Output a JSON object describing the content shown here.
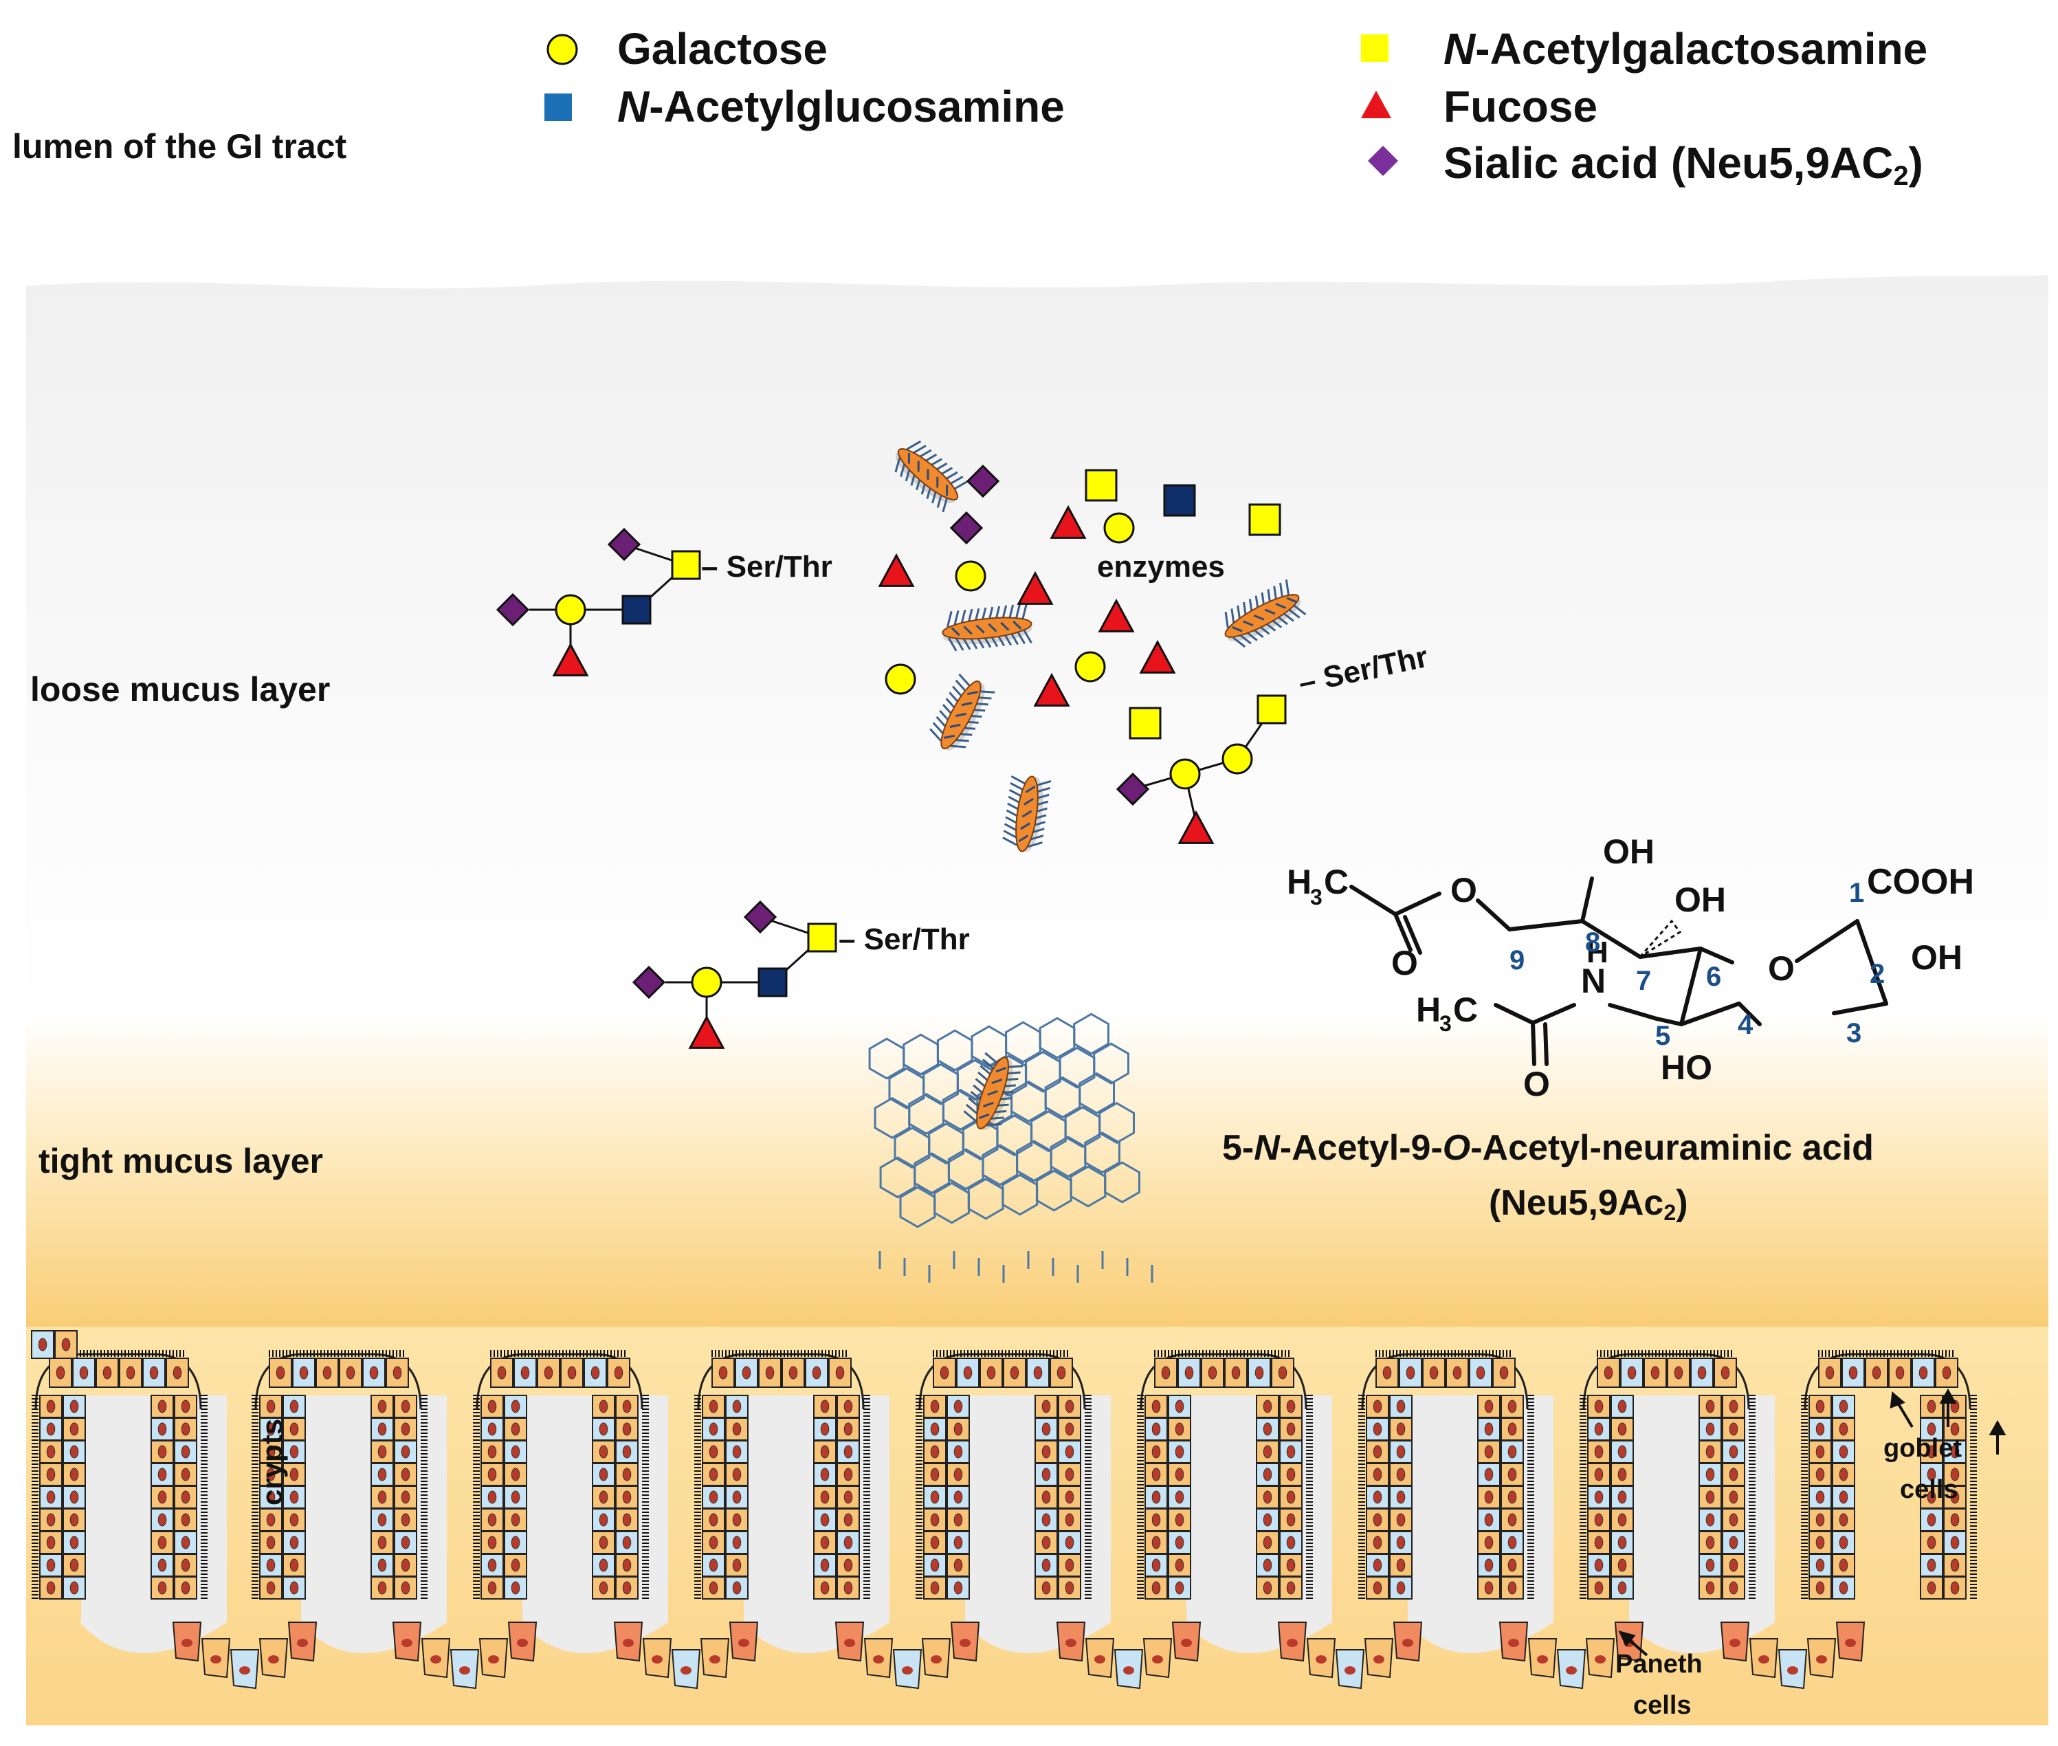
{
  "legend": {
    "galactose": {
      "label": "Galactose",
      "color": "#ffff00"
    },
    "glcnac": {
      "label_prefix": "N",
      "label_rest": "-Acetylglucosamine",
      "color": "#1b6fb5"
    },
    "galnac": {
      "label_prefix": "N",
      "label_rest": "-Acetylgalactosamine",
      "color": "#ffff00"
    },
    "fucose": {
      "label": "Fucose",
      "color": "#e8141b"
    },
    "sialic": {
      "label_main": "Sialic acid (Neu5,9AC",
      "label_sub": "2",
      "label_end": ")",
      "color": "#7b2f9b"
    }
  },
  "zones": {
    "lumen": "lumen of the GI tract",
    "loose": "loose mucus layer",
    "tight": "tight mucus layer"
  },
  "glycan_labels": {
    "ser_thr": "– Ser/Thr",
    "enzymes": "enzymes"
  },
  "molecule": {
    "groups": {
      "h3c": "H",
      "h3c_sub": "3",
      "c": "C",
      "o": "O",
      "oh": "OH",
      "cooh": "COOH",
      "ho": "HO",
      "h": "H",
      "n": "N"
    },
    "carbon_numbers": [
      "1",
      "2",
      "3",
      "4",
      "5",
      "6",
      "7",
      "8",
      "9"
    ],
    "name_line1": {
      "p1": "5-",
      "i1": "N",
      "p2": "-Acetyl-9-",
      "i2": "O",
      "p3": "-Acetyl-neuraminic acid"
    },
    "name_line2": {
      "main": "(Neu5,9Ac",
      "sub": "2",
      "end": ")"
    }
  },
  "tissue_labels": {
    "crypts": "crypts",
    "goblet_line1": "goblet",
    "goblet_line2": "cells",
    "paneth_line1": "Paneth",
    "paneth_line2": "cells"
  },
  "colors": {
    "mucus_top": "#f3f3f3",
    "mucus_mid": "#fdfdfd",
    "mucus_bottom": "#f8c86a",
    "enterocyte": "#f7c478",
    "goblet": "#c8e4f4",
    "paneth": "#f08a5f",
    "nucleus": "#b83a2a",
    "lattice": "#4d78a6",
    "bacteria": "#f08a2c"
  }
}
